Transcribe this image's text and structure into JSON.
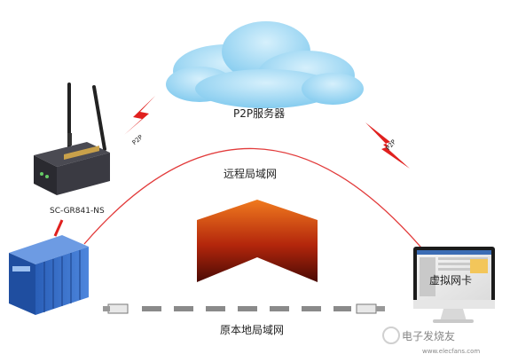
{
  "labels": {
    "p2p_server": "P2P服务器",
    "remote_lan": "远程局域网",
    "local_lan": "原本地局域网",
    "router_model": "SC-GR841-NS",
    "link_left": "P2P",
    "link_right": "P2P",
    "virtual_nic": "虚拟网卡",
    "watermark": "电子发烧友",
    "watermark_url": "www.elecfans.com"
  },
  "colors": {
    "cloud": "#9fd8f5",
    "cloud_dark": "#6fc0ea",
    "arc": "#e23b3b",
    "lightning": "#e0201e",
    "chevron_top": "#f07a1e",
    "chevron_bottom": "#5a0e06",
    "dash": "#8a8a8a",
    "plc": "#3a6fc9"
  },
  "icons": [
    "cloud-icon",
    "router-icon",
    "plc-icon",
    "monitor-icon",
    "lightning-icon",
    "chevron-icon",
    "cable-icon"
  ]
}
